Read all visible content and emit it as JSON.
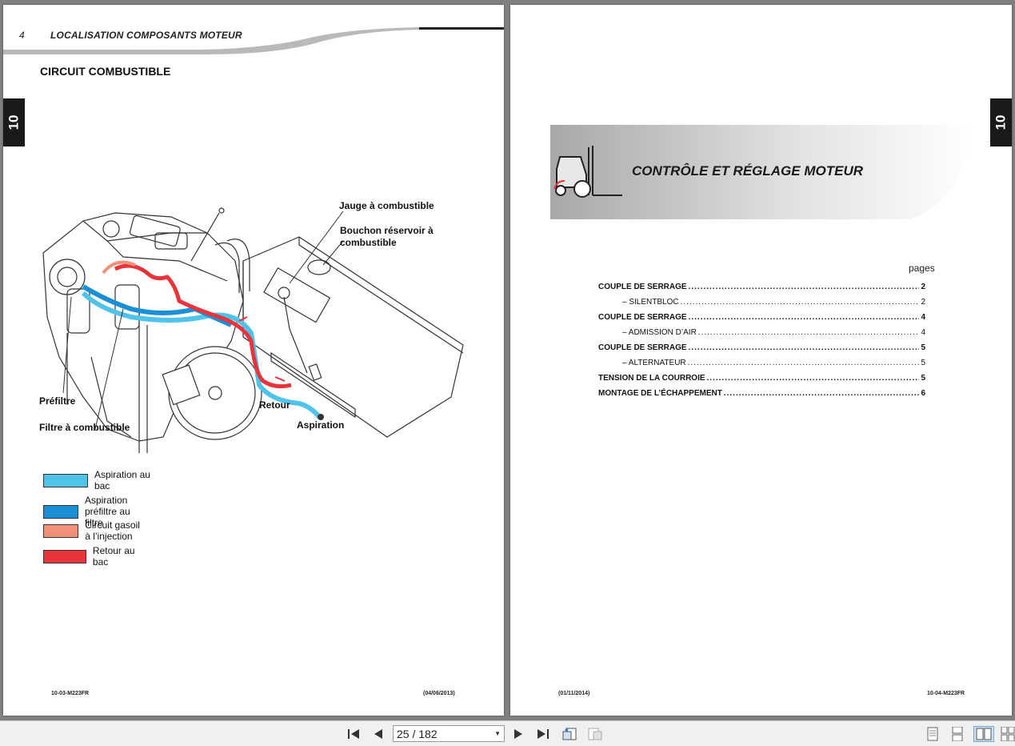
{
  "left_page": {
    "header_number": "4",
    "header_title": "LOCALISATION COMPOSANTS MOTEUR",
    "section_title": "CIRCUIT COMBUSTIBLE",
    "tab_label": "10",
    "callouts": {
      "jauge": "Jauge à combustible",
      "bouchon": "Bouchon réservoir à combustible",
      "prefiltre": "Préfiltre",
      "filtre": "Filtre à combustible",
      "retour": "Retour",
      "aspiration": "Aspiration"
    },
    "legend": [
      {
        "label": "Aspiration au bac",
        "color": "#4fc3ea"
      },
      {
        "label": "Aspiration préfiltre au filtre",
        "color": "#1b8fd6"
      },
      {
        "label": "Circuit gasoil à l’injection",
        "color": "#f4907a"
      },
      {
        "label": "Retour au bac",
        "color": "#e8343a"
      }
    ],
    "footer_code": "10-03-M223FR",
    "footer_date": "(04/06/2013)"
  },
  "right_page": {
    "tab_label": "10",
    "banner_title": "CONTRÔLE ET RÉGLAGE MOTEUR",
    "pages_label": "pages",
    "toc": [
      {
        "label": "COUPLE DE SERRAGE",
        "page": "2",
        "level": "main"
      },
      {
        "label": "– SILENTBLOC",
        "page": "2",
        "level": "sub"
      },
      {
        "label": "COUPLE DE SERRAGE",
        "page": "4",
        "level": "main"
      },
      {
        "label": "– ADMISSION D’AIR",
        "page": "4",
        "level": "sub"
      },
      {
        "label": "COUPLE DE SERRAGE",
        "page": "5",
        "level": "main"
      },
      {
        "label": "– ALTERNATEUR",
        "page": "5",
        "level": "sub"
      },
      {
        "label": "TENSION DE LA COURROIE",
        "page": "5",
        "level": "main"
      },
      {
        "label": "MONTAGE DE L’ÉCHAPPEMENT",
        "page": "6",
        "level": "main"
      }
    ],
    "footer_date": "(01/11/2014)",
    "footer_code": "10-04-M223FR"
  },
  "toolbar": {
    "page_indicator": "25 / 182",
    "icons": [
      "first-page-icon",
      "previous-page-icon",
      "next-page-icon",
      "last-page-icon",
      "previous-view-icon",
      "next-view-icon",
      "single-page-icon",
      "continuous-icon",
      "facing-icon",
      "continuous-facing-icon"
    ]
  },
  "colors": {
    "accent_red": "#e8343a",
    "aspiration_light": "#4fc3ea",
    "aspiration_dark": "#1b8fd6",
    "tab_black": "#1a1a1a"
  }
}
